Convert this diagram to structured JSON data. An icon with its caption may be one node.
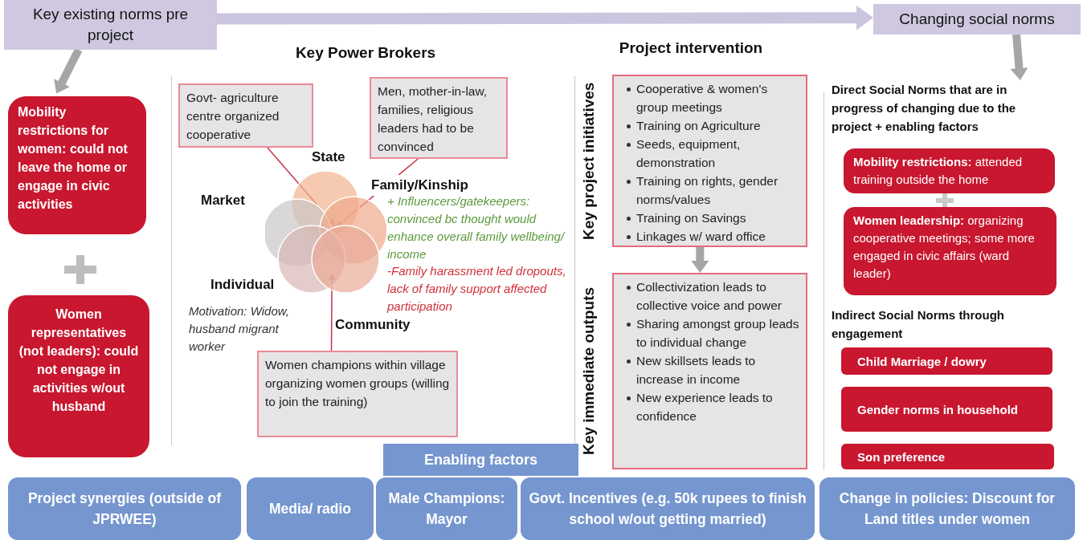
{
  "diagram": {
    "nodes": [
      {
        "text": [
          "Key existing norms pre project"
        ]
      },
      {
        "text": [
          "Changing social norms"
        ]
      },
      {
        "text": [
          "**Mobility restrictions** for women: could not leave the home or engage in civic activities"
        ]
      },
      {
        "text": [
          "Women representatives (not leaders): could not engage in activities w/out husband"
        ]
      },
      {
        "text": [
          "Govt- agriculture centre organized cooperative"
        ]
      },
      {
        "text": [
          "Men, mother-in-law, families, religious leaders had to be convinced"
        ]
      },
      {
        "text": [],
        "shape": "picture"
      },
      {
        "text": [
          "Women champions within village organizing women groups (willing to join the training)"
        ]
      },
      {
        "text": [
          "Cooperative & women's group meetings",
          "Training on Agriculture",
          "Seeds, equipment, demonstration",
          "Training on rights, gender norms/values",
          "Training on Savings",
          "Linkages w/ ward office"
        ]
      },
      {
        "text": [
          "Collectivization leads to collective voice and power",
          "Sharing amongst group leads to individual change",
          "New skillsets leads to increase in income",
          "New experience leads to confidence"
        ]
      },
      {
        "text": [
          "**Mobility restrictions:** attended training outside the home"
        ]
      },
      {
        "text": [
          "**Women leadership:** organizing cooperative meetings; some more engaged in civic affairs (ward leader)"
        ]
      },
      {
        "text": [
          "Child Marriage / dowry"
        ]
      },
      {
        "text": [
          "Gender norms in household"
        ]
      },
      {
        "text": [
          "Son preference"
        ]
      },
      {
        "text": [
          "Enabling factors"
        ]
      },
      {
        "text": [
          "Project synergies (outside of JPRWEE)"
        ]
      },
      {
        "text": [
          "Media/ radio"
        ]
      },
      {
        "text": [
          "Male Champions: Mayor"
        ]
      },
      {
        "text": [
          "Govt. Incentives (e.g. 50k rupees to finish school w/out getting married)"
        ]
      },
      {
        "text": [
          "Change in policies:  Discount for Land titles under women"
        ]
      },
      {
        "text": [
          "Direct Social Norms that are in progress of changing due to the project + enabling factors"
        ]
      }
    ],
    "edges": [
      {
        "from": 0,
        "to": 1,
        "arrow": "to",
        "style": "thick",
        "color": "#cbc5df"
      },
      {
        "from": 0,
        "to": 2,
        "arrow": "to",
        "style": "thick"
      },
      {
        "from": 1,
        "to": 21,
        "arrow": "to",
        "style": "thick"
      },
      {
        "from": 8,
        "to": 9,
        "arrow": "to",
        "style": "thick"
      },
      {
        "from": 4,
        "to": 6,
        "arrow": "to",
        "color": "#c8324a"
      },
      {
        "from": 5,
        "to": 6,
        "arrow": "to",
        "color": "#c8324a"
      },
      {
        "from": 7,
        "to": 6,
        "arrow": "to",
        "color": "#c8324a"
      }
    ],
    "labels": [
      "Key Power Brokers",
      "State",
      "Market",
      "Family/Kinship",
      "Individual",
      "Community",
      "+ Influencers/gatekeepers: convinced bc thought would enhance overall family wellbeing/ income",
      "-Family harassment led dropouts, lack of  family support affected participation",
      "Motivation: Widow, husband migrant worker",
      "Project intervention",
      "Key project initiatives",
      "Key immediate outputs",
      "Indirect Social Norms through engagement"
    ]
  }
}
